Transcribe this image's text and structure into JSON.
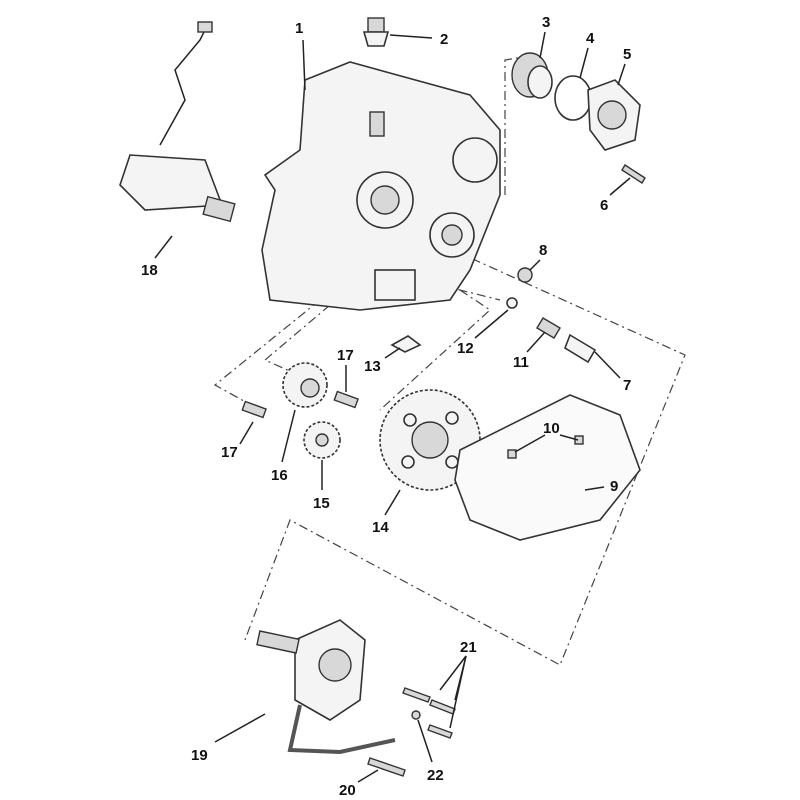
{
  "diagram": {
    "callouts": [
      "1",
      "2",
      "3",
      "4",
      "5",
      "6",
      "7",
      "8",
      "9",
      "10",
      "11",
      "12",
      "13",
      "14",
      "15",
      "16",
      "17",
      "17",
      "18",
      "19",
      "20",
      "21",
      "22"
    ]
  }
}
